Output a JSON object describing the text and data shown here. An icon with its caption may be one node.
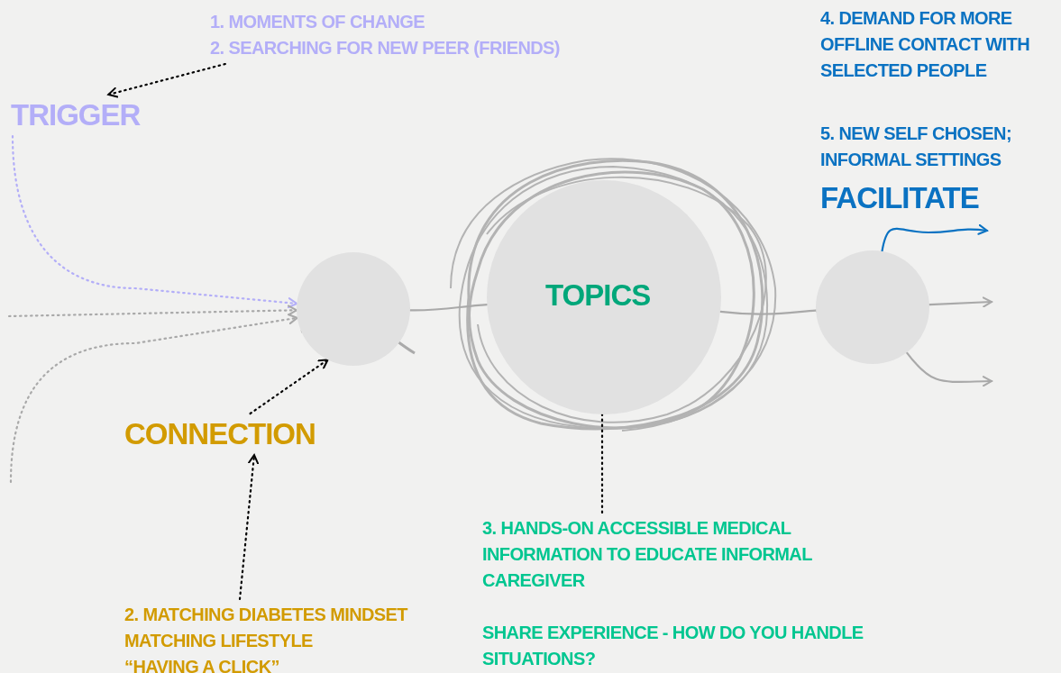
{
  "diagram": {
    "nodes": [
      {
        "text": [
          "TRIGGER"
        ]
      },
      {
        "text": [
          "1. MOMENTS OF CHANGE",
          "2. SEARCHING FOR NEW PEER (FRIENDS)"
        ]
      },
      {
        "text": [],
        "shape": "circle"
      },
      {
        "text": [
          "CONNECTION"
        ]
      },
      {
        "text": [
          "2. MATCHING DIABETES MINDSET",
          "MATCHING LIFESTYLE",
          "“HAVING A CLICK”"
        ]
      },
      {
        "text": [],
        "shape": "circle"
      },
      {
        "text": [
          "TOPICS"
        ],
        "in": 5
      },
      {
        "text": [
          "3. HANDS-ON ACCESSIBLE MEDICAL INFORMATION TO EDUCATE INFORMAL CAREGIVER",
          "SHARE EXPERIENCE - HOW DO YOU HANDLE SITUATIONS?"
        ]
      },
      {
        "text": [],
        "shape": "circle"
      }
    ],
    "edges": [
      {
        "from": 1,
        "to": 0,
        "arrow": "to",
        "style": "dashed",
        "color": "#000000"
      },
      {
        "from": 0,
        "to": 2,
        "arrow": "to",
        "style": "dashed",
        "color": "#b3aef8"
      },
      {
        "from": null,
        "to": 2,
        "arrow": "to",
        "style": "dashed"
      },
      {
        "from": null,
        "to": 2,
        "arrow": "to",
        "style": "dashed"
      },
      {
        "from": 3,
        "to": 2,
        "arrow": "to",
        "style": "dashed",
        "color": "#000000"
      },
      {
        "from": 4,
        "to": 3,
        "arrow": "to",
        "style": "dashed",
        "color": "#000000"
      },
      {
        "from": 7,
        "to": 6,
        "arrow": "to",
        "style": "dashed",
        "color": "#000000"
      },
      {
        "from": 2,
        "to": 5,
        "arrow": "none"
      },
      {
        "from": 5,
        "to": 8,
        "arrow": "none"
      },
      {
        "from": 8,
        "to": null,
        "arrow": "to",
        "color": "#0a72c2"
      },
      {
        "from": 8,
        "to": null,
        "arrow": "to"
      },
      {
        "from": 8,
        "to": null,
        "arrow": "to"
      }
    ],
    "labels": [
      "4. DEMAND FOR MORE OFFLINE CONTACT WITH SELECTED PEOPLE",
      "5. NEW SELF CHOSEN; INFORMAL SETTINGS",
      "FACILITATE"
    ]
  }
}
